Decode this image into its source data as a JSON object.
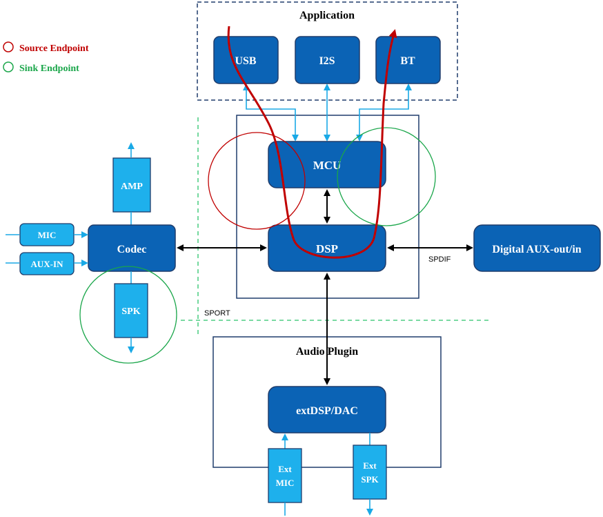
{
  "legend": {
    "source": {
      "label": "Source Endpoint",
      "color": "#c00000"
    },
    "sink": {
      "label": "Sink Endpoint",
      "color": "#1aa64a"
    }
  },
  "groups": {
    "application": "Application",
    "audio_plugin": "Audio Plugin"
  },
  "blocks": {
    "usb": "USB",
    "i2s": "I2S",
    "bt": "BT",
    "mcu": "MCU",
    "dsp": "DSP",
    "codec": "Codec",
    "amp": "AMP",
    "mic": "MIC",
    "aux_in": "AUX-IN",
    "spk": "SPK",
    "digital_aux": "Digital AUX-out/in",
    "ext_dsp_dac": "extDSP/DAC",
    "ext_mic": [
      "Ext",
      "MIC"
    ],
    "ext_spk": [
      "Ext",
      "SPK"
    ]
  },
  "links": {
    "spdif": "SPDIF",
    "sport": "SPORT"
  },
  "colors": {
    "dark_block": "#0b63b5",
    "light_block": "#1eb0ec",
    "border": "#1f3c6b",
    "cyan_arrow": "#19a9e6",
    "sport_line": "#29c46a",
    "path": "#c00000"
  }
}
